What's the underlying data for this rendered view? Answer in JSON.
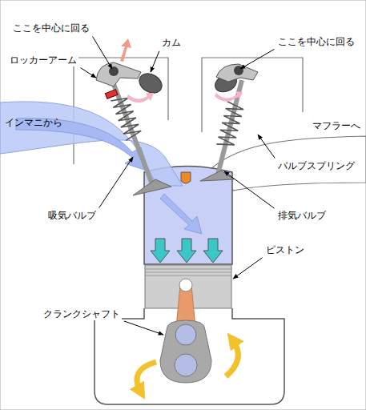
{
  "diagram": {
    "labels": [
      "ここを中心に回る",
      "カム",
      "ロッカーアーム",
      "ここを中心に回る",
      "インマニから",
      "マフラーへ",
      "バルブスプリング",
      "吸気バルブ",
      "排気バルブ",
      "ピストン",
      "クランクシャフト"
    ]
  }
}
